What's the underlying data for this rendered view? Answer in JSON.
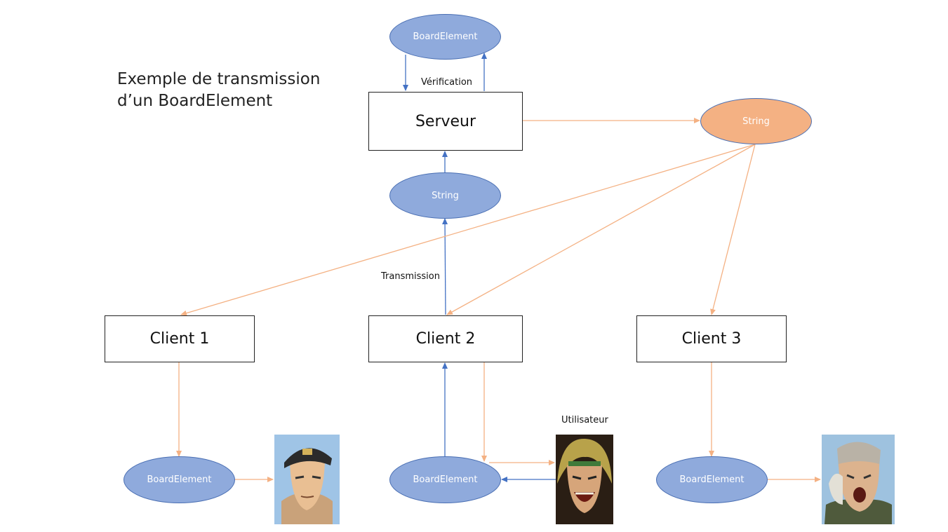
{
  "title": {
    "line1": "Exemple de transmission",
    "line2": "d’un BoardElement"
  },
  "nodes": {
    "serveur": "Serveur",
    "client1": "Client 1",
    "client2": "Client 2",
    "client3": "Client 3",
    "top_element": "BoardElement",
    "string_server": "String",
    "string_client": "String",
    "c1_element": "BoardElement",
    "c2_element": "BoardElement",
    "c3_element": "BoardElement"
  },
  "labels": {
    "verification": "Vérification",
    "transmission": "Transmission",
    "utilisateur": "Utilisateur"
  },
  "colors": {
    "blue_arrow": "#4472c4",
    "orange_arrow": "#f4b183",
    "blue_fill": "#8faadc",
    "orange_fill": "#f4b183"
  },
  "avatars": [
    "avatar-capped-man",
    "avatar-blond-man",
    "avatar-grey-man"
  ]
}
